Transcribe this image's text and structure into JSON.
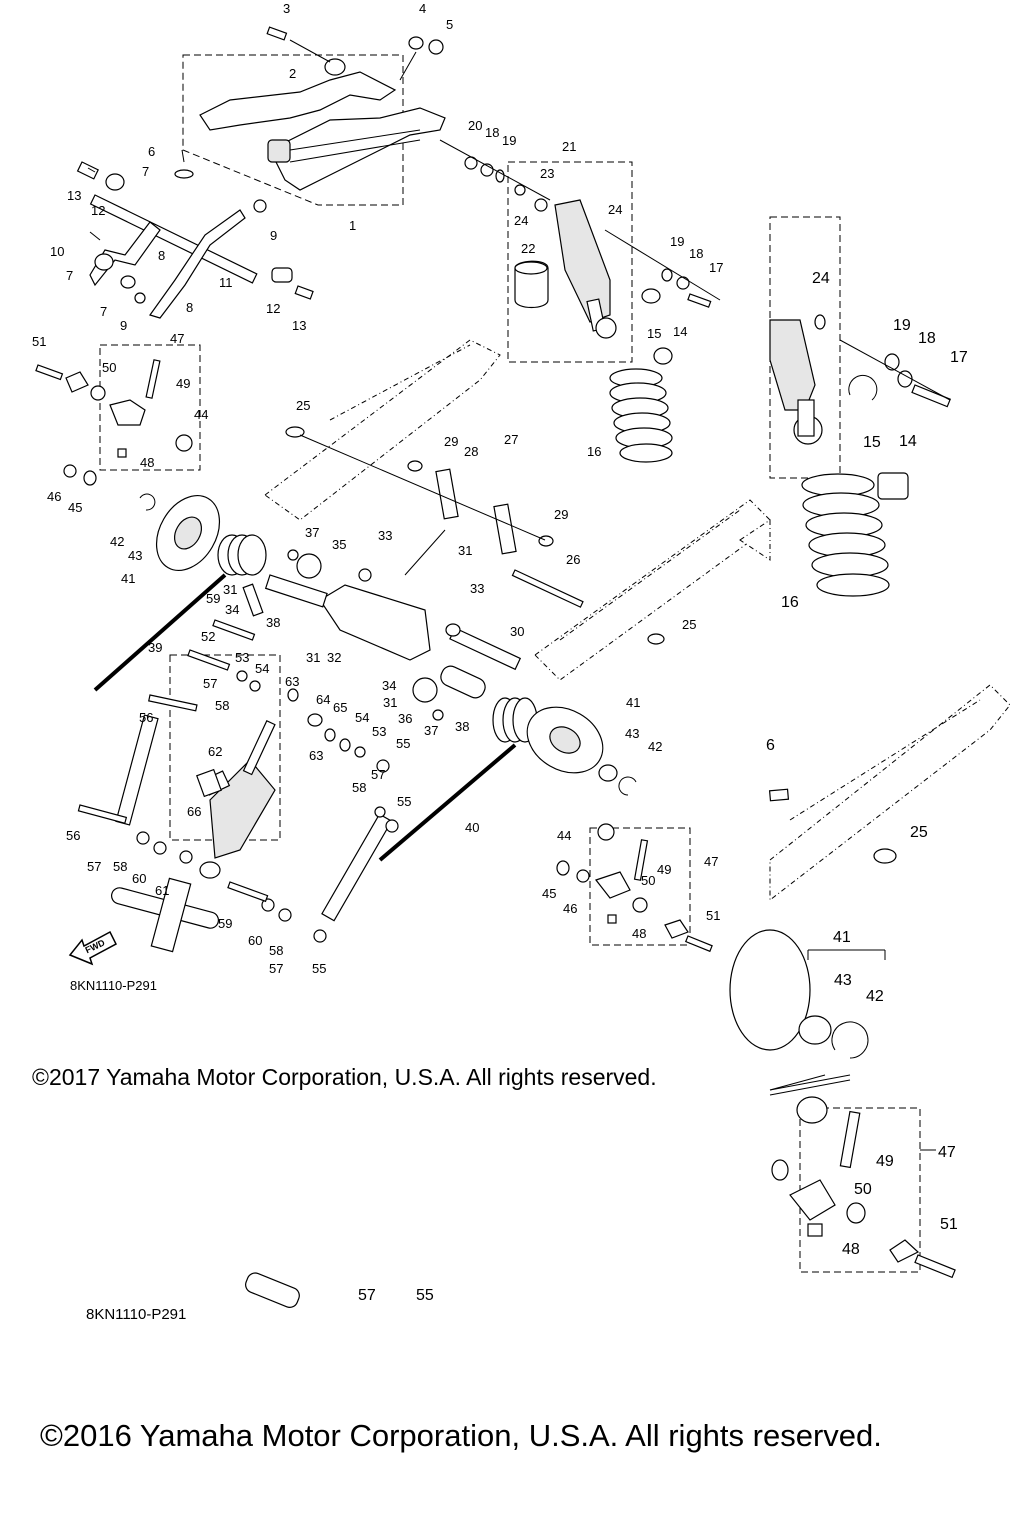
{
  "diagram": {
    "callouts_main": [
      "1",
      "2",
      "3",
      "4",
      "5",
      "6",
      "7",
      "8",
      "9",
      "10",
      "11",
      "12",
      "13",
      "14",
      "15",
      "16",
      "17",
      "18",
      "19",
      "20",
      "21",
      "22",
      "23",
      "24",
      "25",
      "26",
      "27",
      "28",
      "29",
      "30",
      "31",
      "32",
      "33",
      "34",
      "35",
      "36",
      "37",
      "38",
      "39",
      "40",
      "41",
      "42",
      "43",
      "44",
      "45",
      "46",
      "47",
      "48",
      "49",
      "50",
      "51",
      "52",
      "53",
      "54",
      "55",
      "56",
      "57",
      "58",
      "59",
      "60",
      "61",
      "62",
      "63",
      "64",
      "65",
      "66"
    ],
    "callouts_zoom": [
      "24",
      "19",
      "18",
      "17",
      "15",
      "14",
      "16",
      "6",
      "25",
      "41",
      "43",
      "42",
      "47",
      "49",
      "50",
      "51",
      "48",
      "57",
      "55"
    ],
    "drawing_code": "8KN1110-P291",
    "drawing_code_zoom": "8KN1110-P291",
    "fwd_label": "FWD",
    "copyright_2017": "©2017 Yamaha Motor Corporation, U.S.A. All rights reserved.",
    "copyright_2016": "©2016 Yamaha Motor Corporation, U.S.A. All rights reserved."
  }
}
